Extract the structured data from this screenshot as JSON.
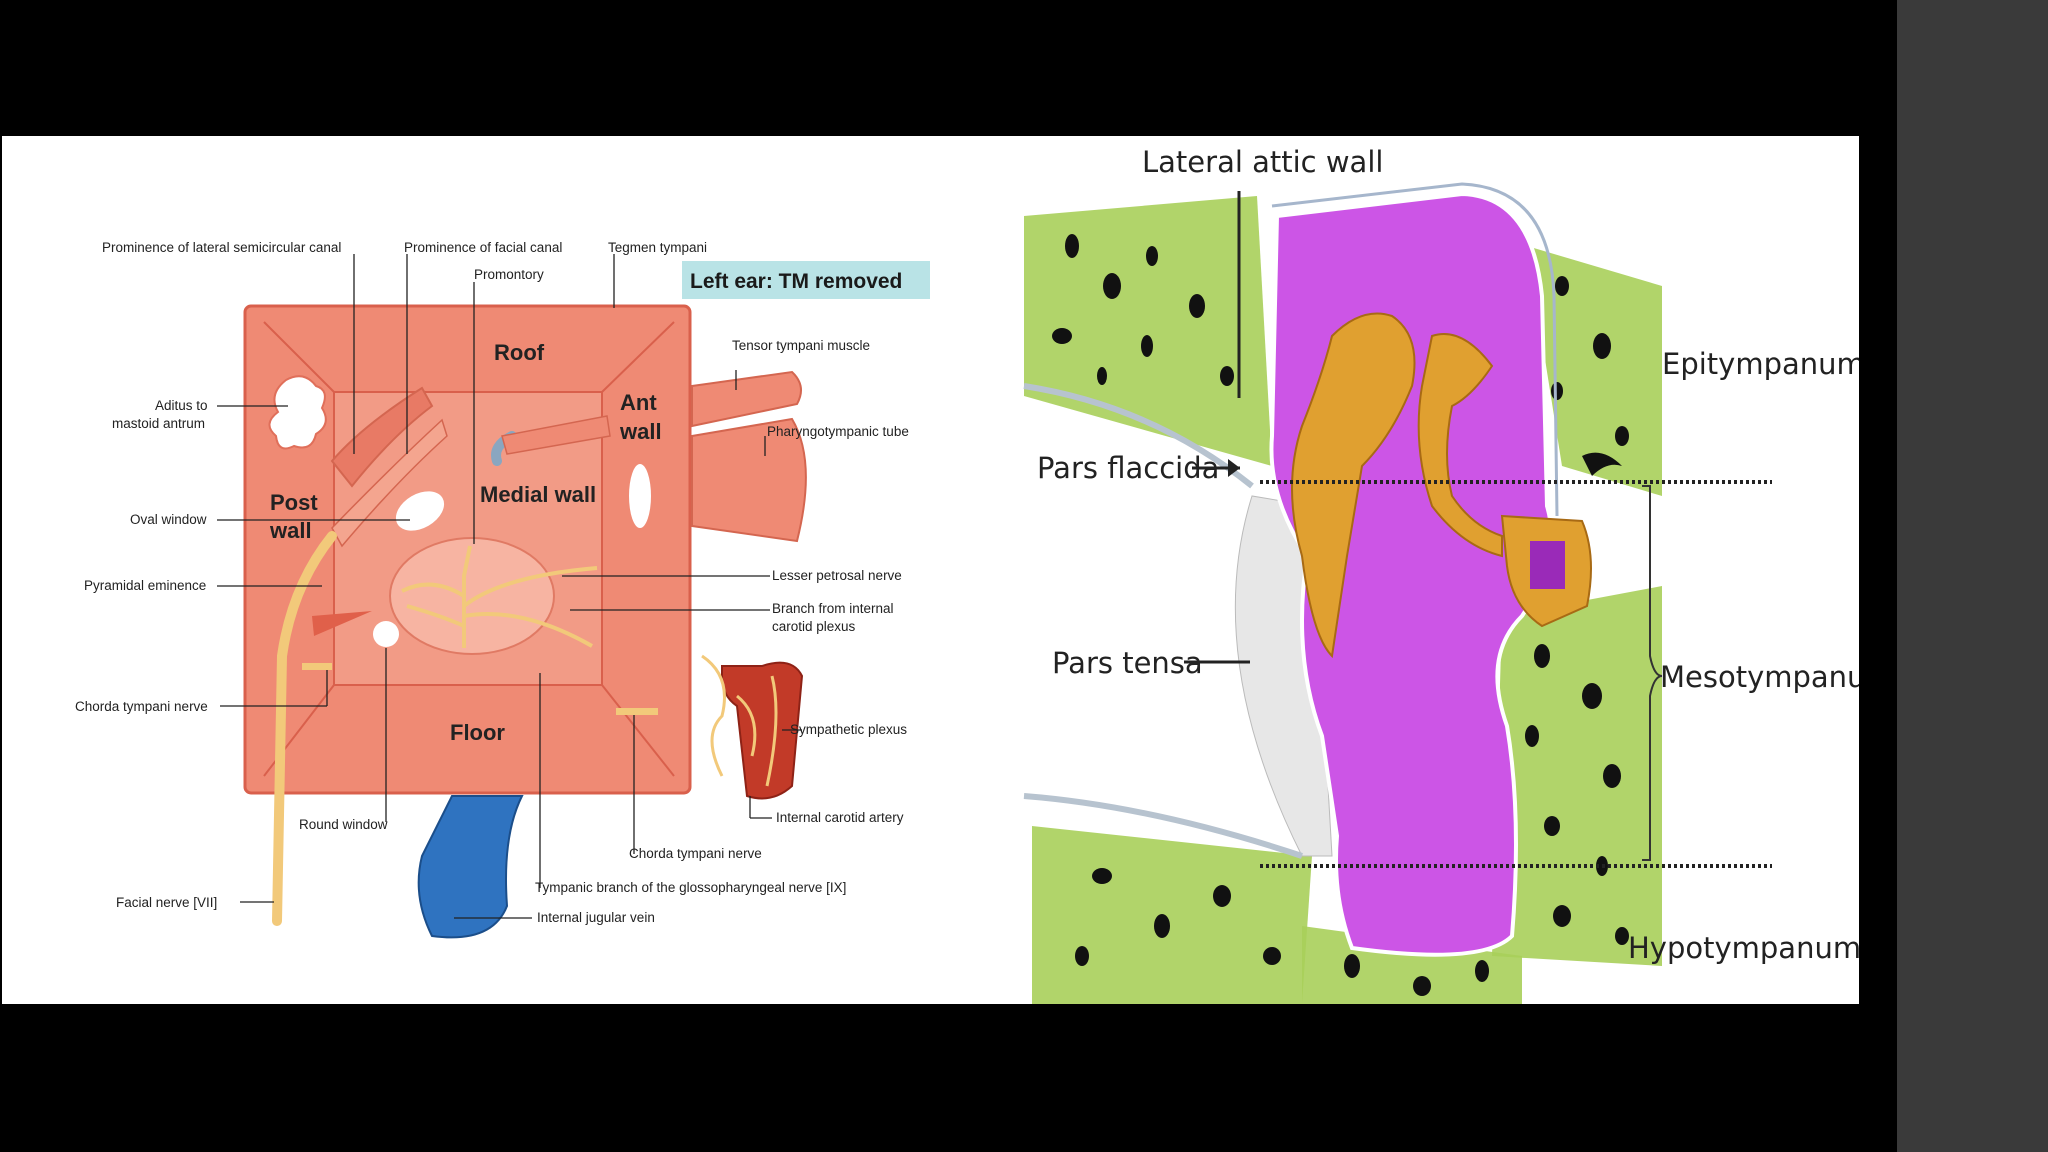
{
  "left_diagram": {
    "banner": "Left ear: TM removed",
    "walls": {
      "roof": "Roof",
      "floor": "Floor",
      "medial": "Medial wall",
      "post_1": "Post",
      "post_2": "wall",
      "ant_1": "Ant",
      "ant_2": "wall"
    },
    "labels": {
      "lat_semicircular": "Prominence of lateral semicircular canal",
      "facial_canal": "Prominence of facial canal",
      "promontory": "Promontory",
      "tegmen": "Tegmen tympani",
      "aditus_1": "Aditus to",
      "aditus_2": "mastoid antrum",
      "oval_window": "Oval window",
      "pyramidal": "Pyramidal eminence",
      "chorda_left": "Chorda tympani nerve",
      "facial_nerve": "Facial nerve [VII]",
      "round_window": "Round window",
      "tensor": "Tensor tympani muscle",
      "pharyngo": "Pharyngotympanic tube",
      "lesser_petrosal": "Lesser petrosal nerve",
      "branch_1": "Branch from internal",
      "branch_2": "carotid plexus",
      "sympathetic": "Sympathetic plexus",
      "carotid": "Internal carotid artery",
      "chorda_right": "Chorda tympani nerve",
      "tympanic_branch": "Tympanic branch of the glossopharyngeal nerve [IX]",
      "jugular": "Internal jugular vein"
    }
  },
  "right_diagram": {
    "lateral_attic": "Lateral attic wall",
    "pars_flaccida": "Pars flaccida",
    "pars_tensa": "Pars tensa",
    "epitympanum": "Epitympanum",
    "mesotympanum": "Mesotympanum",
    "hypotympanum": "Hypotympanum"
  },
  "colors": {
    "box_fill": "#ef8a74",
    "box_border": "#d9604c",
    "banner_bg": "#b9e3e6",
    "cavity": "#cc55e6",
    "ossicle": "#e0a030",
    "bone_green": "#a9cf5a",
    "vein": "#2f73c0",
    "artery": "#c23a28"
  }
}
